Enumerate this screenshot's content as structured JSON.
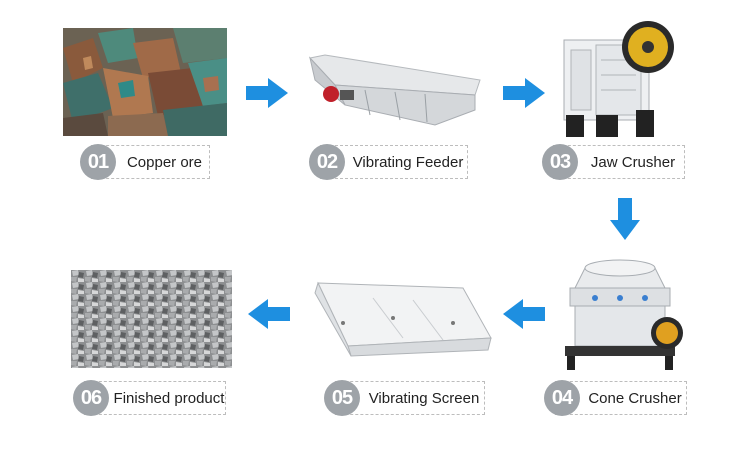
{
  "steps": [
    {
      "num": "01",
      "label": "Copper ore"
    },
    {
      "num": "02",
      "label": "Vibrating Feeder"
    },
    {
      "num": "03",
      "label": "Jaw Crusher"
    },
    {
      "num": "04",
      "label": "Cone Crusher"
    },
    {
      "num": "05",
      "label": "Vibrating Screen"
    },
    {
      "num": "06",
      "label": "Finished product"
    }
  ],
  "colors": {
    "arrow": "#1e8fe0",
    "badge": "#9ea3a8"
  },
  "icons": [
    "copper-ore-photo",
    "vibrating-feeder-machine",
    "jaw-crusher-machine",
    "cone-crusher-machine",
    "vibrating-screen-machine",
    "finished-product-photo"
  ]
}
